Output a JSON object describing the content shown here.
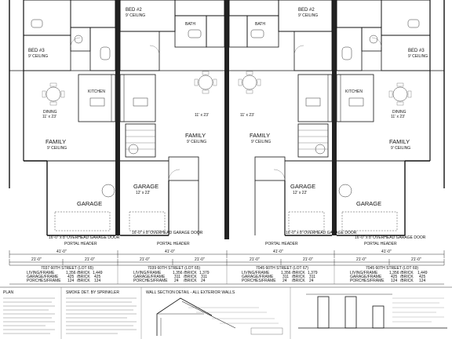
{
  "plan": {
    "rooms": {
      "dining": "DINING",
      "family": "FAMILY",
      "garage": "GARAGE",
      "kitchen": "KITCHEN",
      "bath": "BATH",
      "bed2": "BED #2",
      "bed3": "BED #3",
      "ceiling": "9' CEILING",
      "dims_dining": "11' x 23'",
      "dims_garage": "12' x 22'"
    },
    "garage_door_label": "16'-0\" x 8' OVERHEAD GARAGE DOOR",
    "portal_header": "PORTAL HEADER",
    "dims": {
      "overall": "41'-0\"",
      "sub": "21'-0\""
    }
  },
  "units": [
    {
      "address": "7037 60TH STREET (LOT 65)",
      "living": "LIVING/FRAME",
      "living_v1": "1,356",
      "living_v2": "1,449",
      "garage": "GARAGE/FRAME",
      "garage_v1": "425",
      "garage_v2": "425",
      "porches": "PORCHES/FRAME",
      "porches_v1": "124",
      "porches_v2": "124",
      "brick": "/BRICK"
    },
    {
      "address": "7039 60TH STREET (LOT 65)",
      "living": "LIVING/FRAME",
      "living_v1": "1,356",
      "living_v2": "1,379",
      "garage": "GARAGE/FRAME",
      "garage_v1": "311",
      "garage_v2": "311",
      "porches": "PORCHES/FRAME",
      "porches_v1": "24",
      "porches_v2": "24",
      "brick": "/BRICK"
    },
    {
      "address": "7045 60TH STREET (LOT 67)",
      "living": "LIVING/FRAME",
      "living_v1": "1,356",
      "living_v2": "1,379",
      "garage": "GARAGE/FRAME",
      "garage_v1": "311",
      "garage_v2": "311",
      "porches": "PORCHES/FRAME",
      "porches_v1": "24",
      "porches_v2": "24",
      "brick": "/BRICK"
    },
    {
      "address": "7045 60TH STREET (LOT 69)",
      "living": "LIVING/FRAME",
      "living_v1": "1,356",
      "living_v2": "1,449",
      "garage": "GARAGE/FRAME",
      "garage_v1": "425",
      "garage_v2": "425",
      "porches": "PORCHES/FRAME",
      "porches_v1": "124",
      "porches_v2": "124",
      "brick": "/BRICK"
    }
  ],
  "notes": {
    "heading": "PLAN",
    "scale_heading": "SMOKE DET. BY SPRINKLER",
    "section_heading": "WALL SECTION DETAIL - ALL EXTERIOR WALLS"
  }
}
